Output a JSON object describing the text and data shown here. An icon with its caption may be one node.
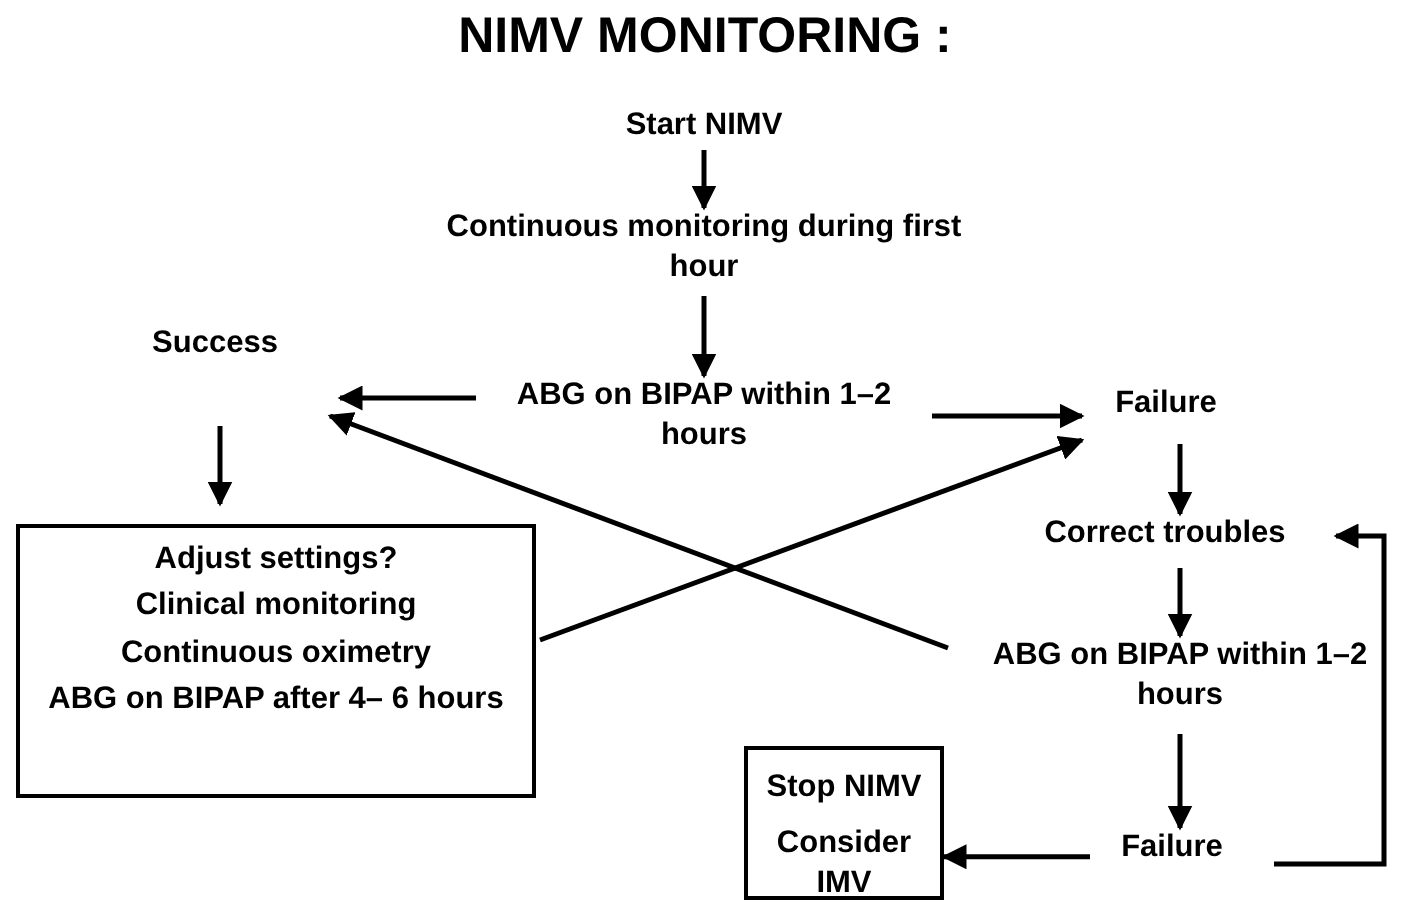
{
  "diagram": {
    "title": "NIMV MONITORING :",
    "nodes": [
      {
        "text": [
          "Start NIMV"
        ]
      },
      {
        "text": [
          "Continuous monitoring during first hour"
        ]
      },
      {
        "text": [
          "ABG on BIPAP within 1–2 hours"
        ]
      },
      {
        "text": [
          "Success"
        ]
      },
      {
        "text": [
          "Failure"
        ]
      },
      {
        "text": [
          "Adjust settings?",
          "Clinical monitoring",
          "Continuous oximetry",
          "ABG on BIPAP after 4– 6 hours"
        ]
      },
      {
        "text": [
          "Correct troubles"
        ]
      },
      {
        "text": [
          "ABG on BIPAP within 1–2 hours"
        ]
      },
      {
        "text": [
          "Stop NIMV",
          "Consider IMV"
        ]
      },
      {
        "text": [
          "Failure"
        ]
      }
    ],
    "edges": [
      {
        "from": 0,
        "to": 1,
        "arrow": "to"
      },
      {
        "from": 1,
        "to": 2,
        "arrow": "to"
      },
      {
        "from": 2,
        "to": 3,
        "arrow": "to"
      },
      {
        "from": 2,
        "to": 4,
        "arrow": "to"
      },
      {
        "from": 3,
        "to": 5,
        "arrow": "to"
      },
      {
        "from": 4,
        "to": 6,
        "arrow": "to"
      },
      {
        "from": 6,
        "to": 7,
        "arrow": "to"
      },
      {
        "from": 7,
        "to": 9,
        "arrow": "to"
      },
      {
        "from": 9,
        "to": 8,
        "arrow": "to"
      },
      {
        "from": 9,
        "to": 6,
        "arrow": "to"
      },
      {
        "from": 5,
        "to": 4,
        "arrow": "to"
      },
      {
        "from": 7,
        "to": 3,
        "arrow": "to"
      }
    ]
  }
}
